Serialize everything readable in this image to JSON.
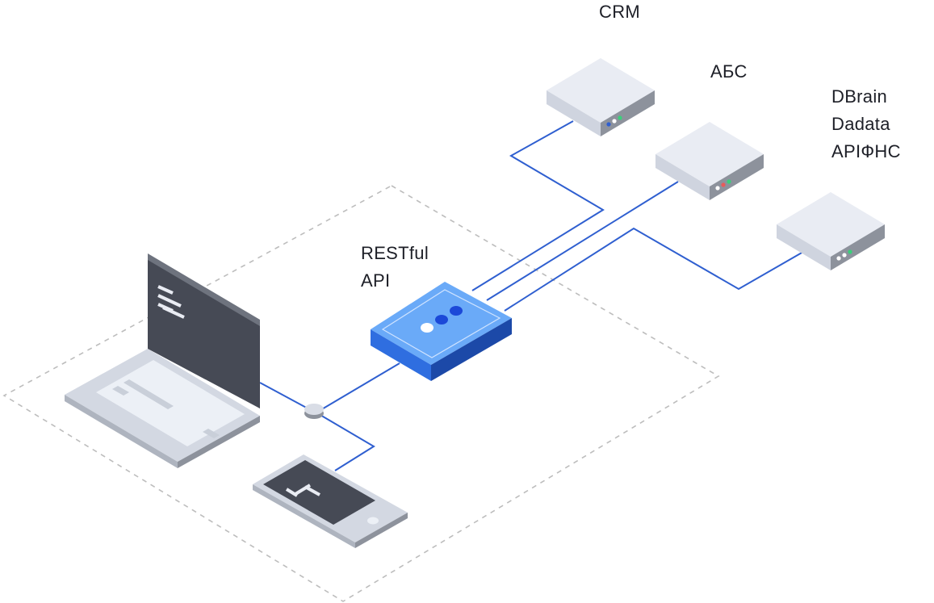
{
  "labels": {
    "crm": "CRM",
    "abs": "АБС",
    "services": [
      "DBrain",
      "Dadata",
      "APIФНС"
    ],
    "api": [
      "RESTful",
      "API"
    ]
  },
  "colors": {
    "connection_line": "#2f5fd0",
    "boundary_dash": "#bdbdbd",
    "server_top": "#e9ecf3",
    "server_left": "#cdd2de",
    "server_right": "#8d929c",
    "gateway_top": "#6aaaf8",
    "gateway_left": "#2f6ee0",
    "gateway_right": "#1c49a8",
    "device_dark": "#464a55",
    "device_light": "#c9cfd9"
  },
  "icons": {
    "server": "server-icon",
    "gateway": "api-gateway-icon",
    "laptop": "laptop-icon",
    "phone": "phone-icon",
    "hub": "hub-icon"
  }
}
